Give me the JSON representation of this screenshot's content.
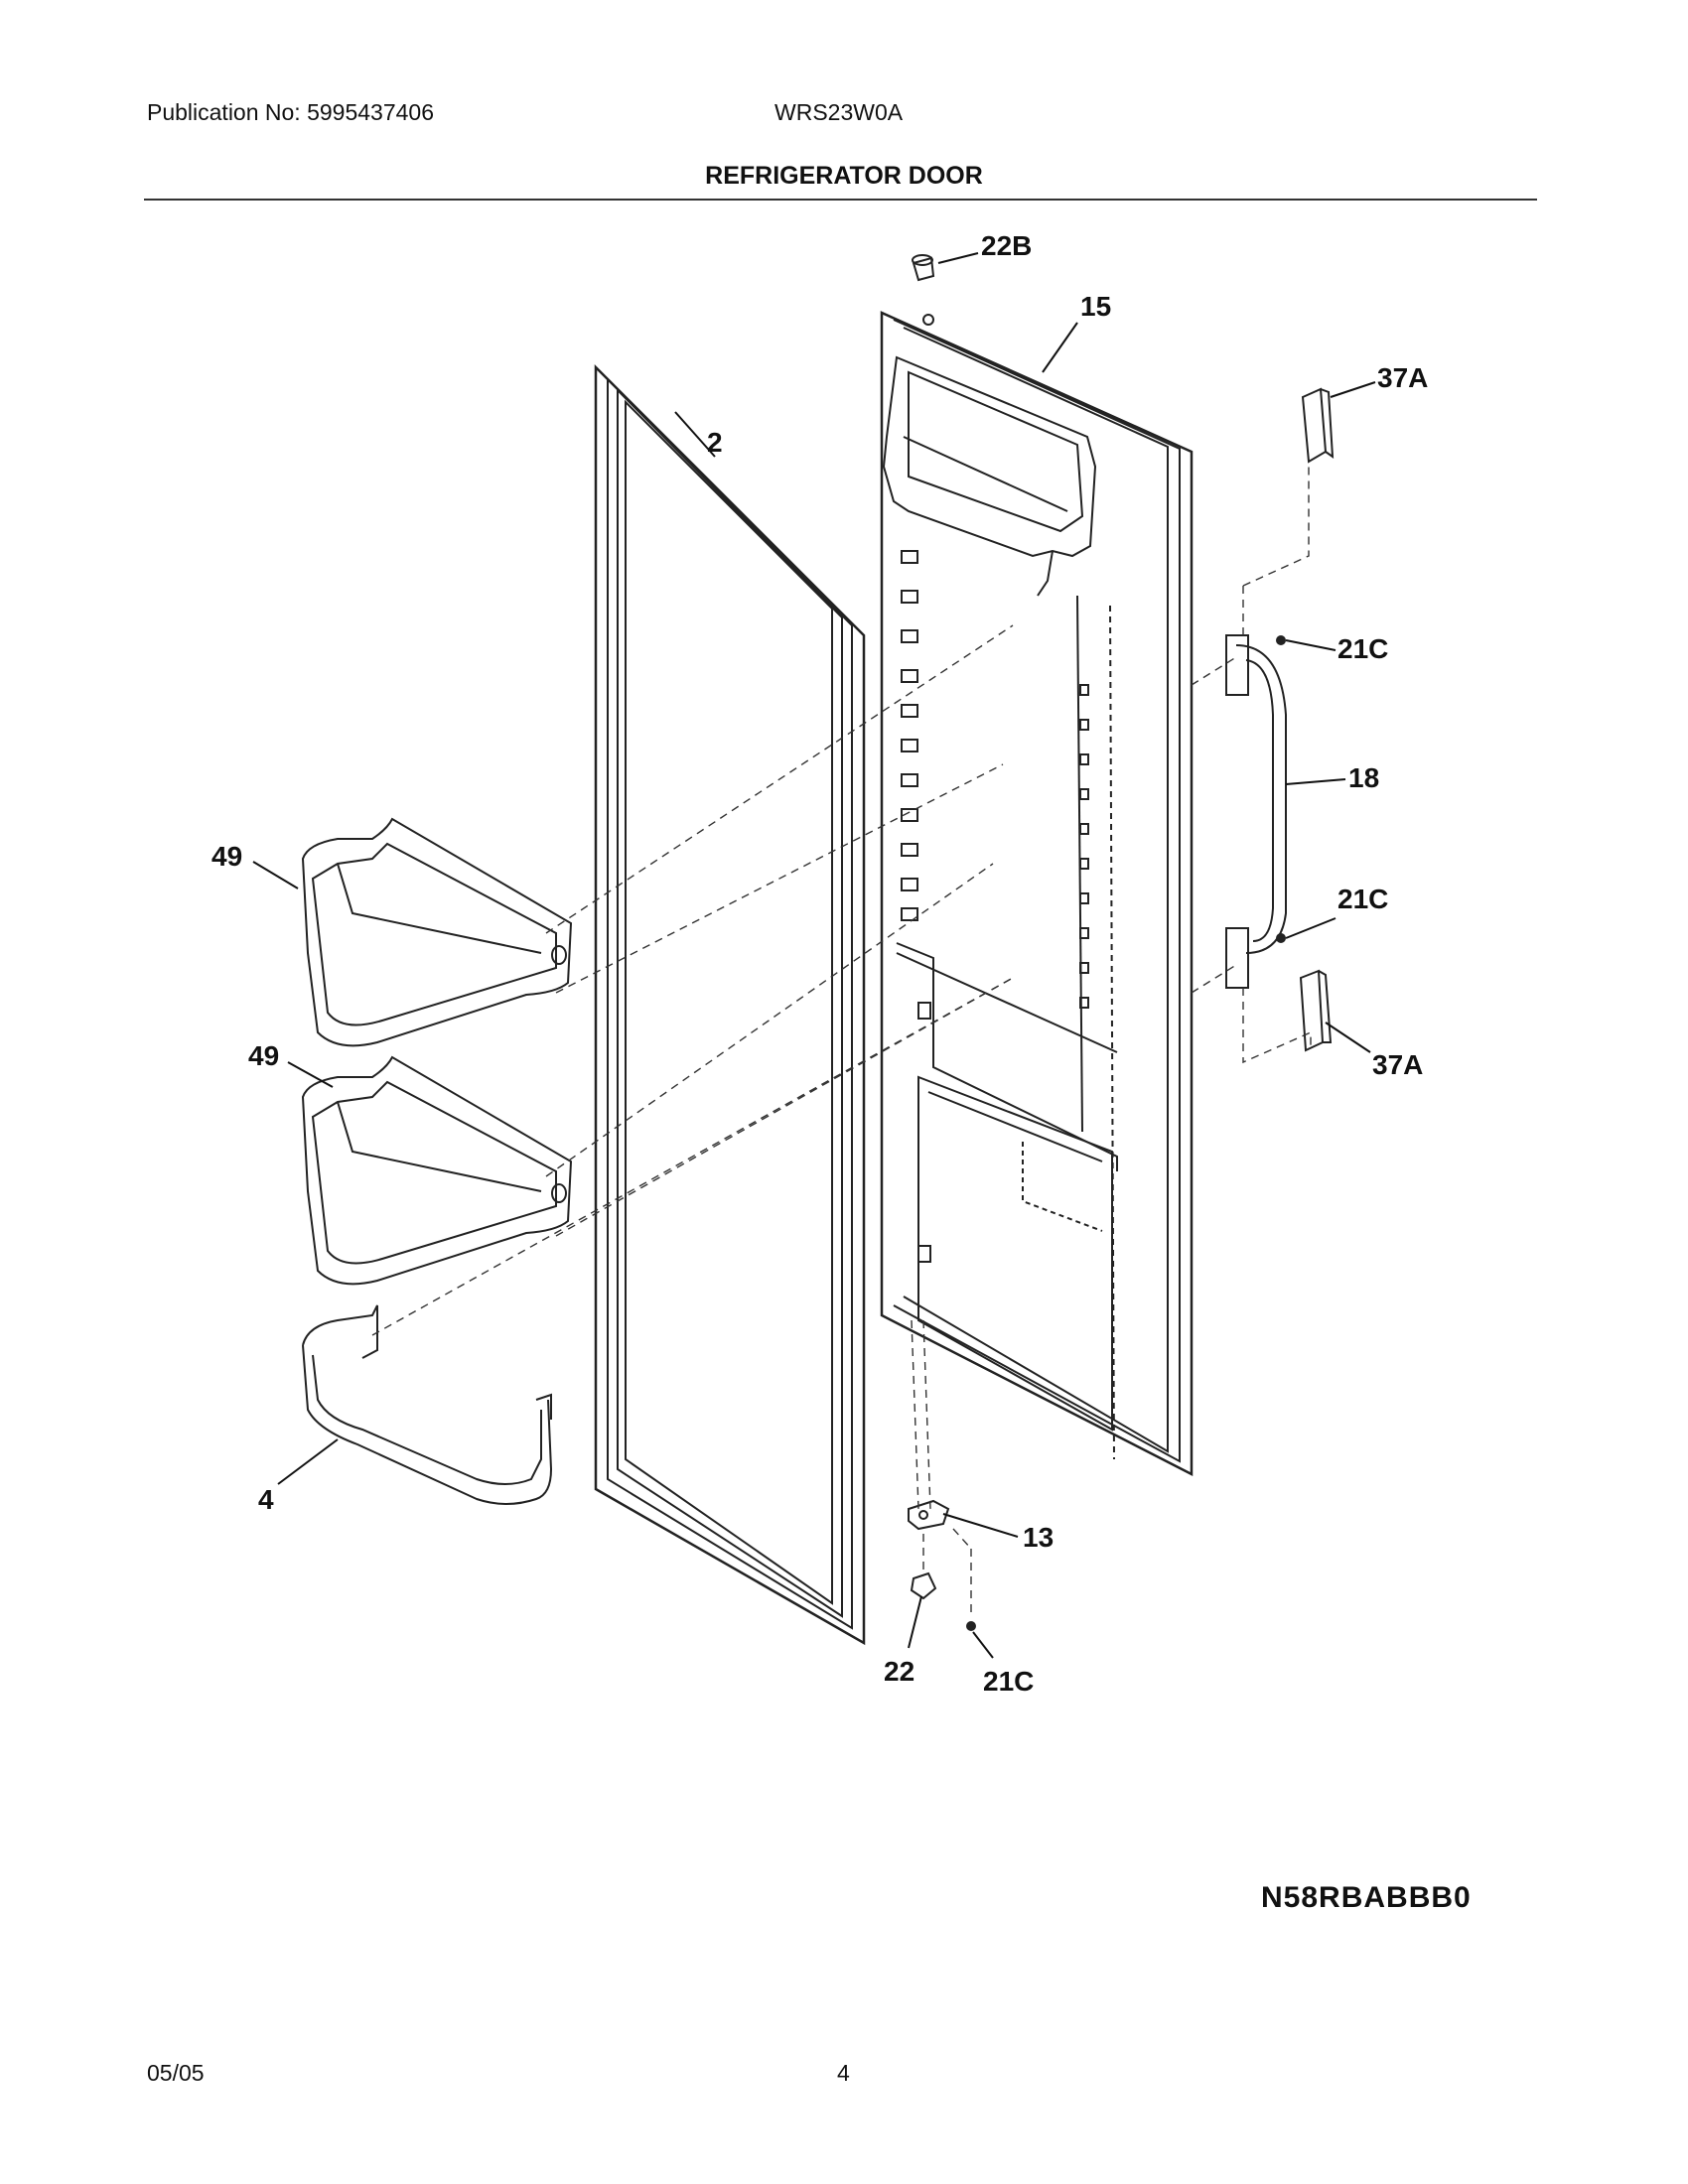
{
  "header": {
    "publication": "Publication No: 5995437406",
    "model": "WRS23W0A"
  },
  "title": "REFRIGERATOR DOOR",
  "callouts": {
    "c22b": "22B",
    "c15": "15",
    "c2": "2",
    "c37a_top": "37A",
    "c21c_top": "21C",
    "c18": "18",
    "c49_top": "49",
    "c21c_mid": "21C",
    "c37a_bottom": "37A",
    "c49_bottom": "49",
    "c4": "4",
    "c13": "13",
    "c22": "22",
    "c21c_bottom": "21C"
  },
  "figure_code": "N58RBABBB0",
  "footer": {
    "date": "05/05",
    "page": "4"
  }
}
